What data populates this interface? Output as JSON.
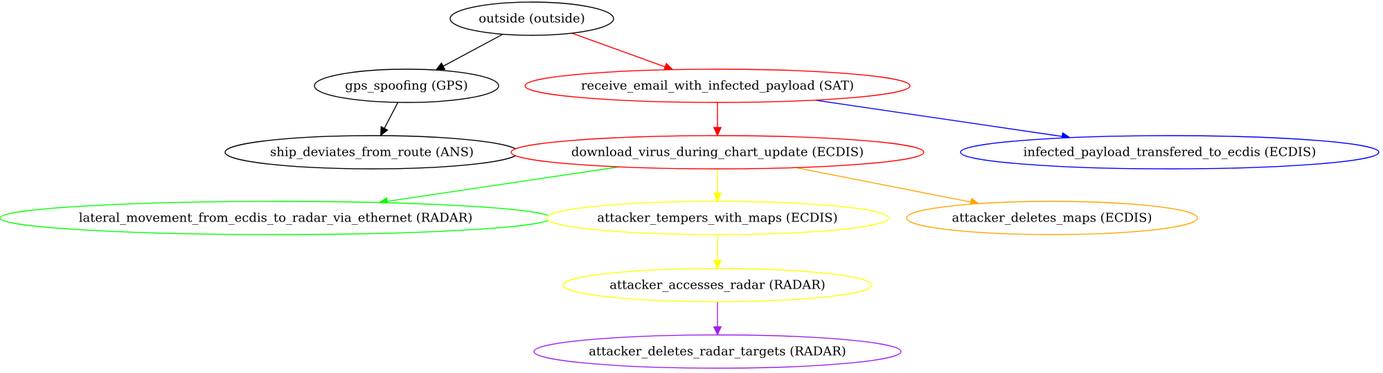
{
  "nodes": [
    {
      "id": "outside",
      "label": "outside (outside)",
      "color": "#000000"
    },
    {
      "id": "gps",
      "label": "gps_spoofing (GPS)",
      "color": "#000000"
    },
    {
      "id": "receive",
      "label": "receive_email_with_infected_payload (SAT)",
      "color": "#ff0000"
    },
    {
      "id": "deviate",
      "label": "ship_deviates_from_route (ANS)",
      "color": "#000000"
    },
    {
      "id": "download",
      "label": "download_virus_during_chart_update (ECDIS)",
      "color": "#ff0000"
    },
    {
      "id": "transfer",
      "label": "infected_payload_transfered_to_ecdis (ECDIS)",
      "color": "#0000ff"
    },
    {
      "id": "lateral",
      "label": "lateral_movement_from_ecdis_to_radar_via_ethernet (RADAR)",
      "color": "#00ff00"
    },
    {
      "id": "tempers",
      "label": "attacker_tempers_with_maps (ECDIS)",
      "color": "#ffff00"
    },
    {
      "id": "deletes_maps",
      "label": "attacker_deletes_maps (ECDIS)",
      "color": "#ffa500"
    },
    {
      "id": "accesses",
      "label": "attacker_accesses_radar (RADAR)",
      "color": "#ffff00"
    },
    {
      "id": "deletes_targets",
      "label": "attacker_deletes_radar_targets (RADAR)",
      "color": "#a020f0"
    }
  ],
  "edges": [
    {
      "from": "outside",
      "to": "gps",
      "color": "#000000"
    },
    {
      "from": "outside",
      "to": "receive",
      "color": "#ff0000"
    },
    {
      "from": "gps",
      "to": "deviate",
      "color": "#000000"
    },
    {
      "from": "receive",
      "to": "download",
      "color": "#ff0000"
    },
    {
      "from": "receive",
      "to": "transfer",
      "color": "#0000ff"
    },
    {
      "from": "download",
      "to": "lateral",
      "color": "#00ff00"
    },
    {
      "from": "download",
      "to": "tempers",
      "color": "#ffff00"
    },
    {
      "from": "download",
      "to": "deletes_maps",
      "color": "#ffa500"
    },
    {
      "from": "tempers",
      "to": "accesses",
      "color": "#ffff00"
    },
    {
      "from": "accesses",
      "to": "deletes_targets",
      "color": "#a020f0"
    }
  ]
}
